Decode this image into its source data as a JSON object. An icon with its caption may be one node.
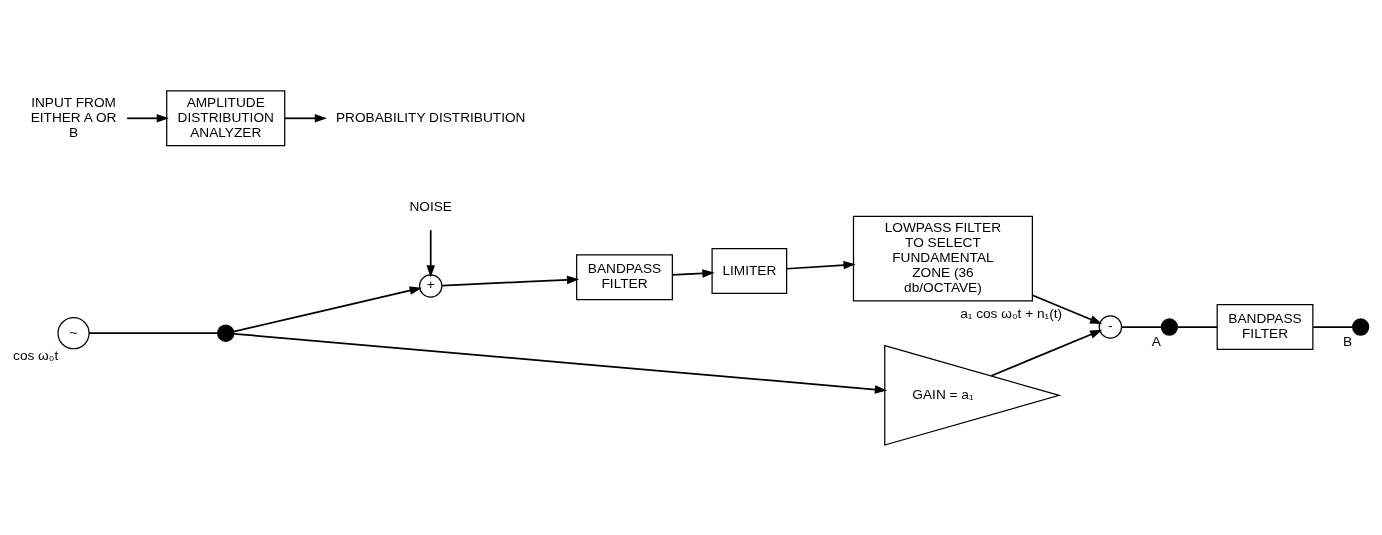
{
  "diagram": {
    "nodes": [
      {
        "text": [
          "NOISE"
        ]
      },
      {
        "text": [
          "~"
        ],
        "beside": [
          "cos ω₀t"
        ]
      },
      {
        "text": [],
        "shape": "circle"
      },
      {
        "text": [
          "+"
        ]
      },
      {
        "text": [
          "BANDPASS FILTER"
        ]
      },
      {
        "text": [
          "LIMITER"
        ]
      },
      {
        "text": [
          "LOWPASS FILTER TO SELECT FUNDAMENTAL ZONE (36 db/OCTAVE)"
        ]
      },
      {
        "text": [
          "-"
        ]
      },
      {
        "text": [
          "A"
        ]
      },
      {
        "text": [
          "BANDPASS FILTER"
        ]
      },
      {
        "text": [
          "B"
        ]
      },
      {
        "text": [
          "GAIN = a₁"
        ]
      },
      {
        "text": [
          "INPUT FROM EITHER A OR B"
        ]
      },
      {
        "text": [
          "AMPLITUDE DISTRIBUTION ANALYZER"
        ]
      },
      {
        "text": [
          "PROBABILITY DISTRIBUTION"
        ]
      }
    ],
    "edges": [
      {
        "from": 1,
        "to": 2,
        "arrow": "none"
      },
      {
        "from": 2,
        "to": 3,
        "arrow": "to"
      },
      {
        "from": 0,
        "to": 3,
        "arrow": "to"
      },
      {
        "from": 3,
        "to": 4,
        "arrow": "to"
      },
      {
        "from": 4,
        "to": 5,
        "arrow": "to"
      },
      {
        "from": 5,
        "to": 6,
        "arrow": "to"
      },
      {
        "from": 6,
        "to": 7,
        "arrow": "to",
        "label": "a₁ cos ω₀t + n₁(t)"
      },
      {
        "from": 2,
        "to": 11,
        "arrow": "to"
      },
      {
        "from": 11,
        "to": 7,
        "arrow": "to"
      },
      {
        "from": 7,
        "to": 8,
        "arrow": "none"
      },
      {
        "from": 8,
        "to": 9,
        "arrow": "none"
      },
      {
        "from": 9,
        "to": 10,
        "arrow": "none"
      },
      {
        "from": 12,
        "to": 13,
        "arrow": "to"
      },
      {
        "from": 13,
        "to": 14,
        "arrow": "to"
      }
    ]
  }
}
